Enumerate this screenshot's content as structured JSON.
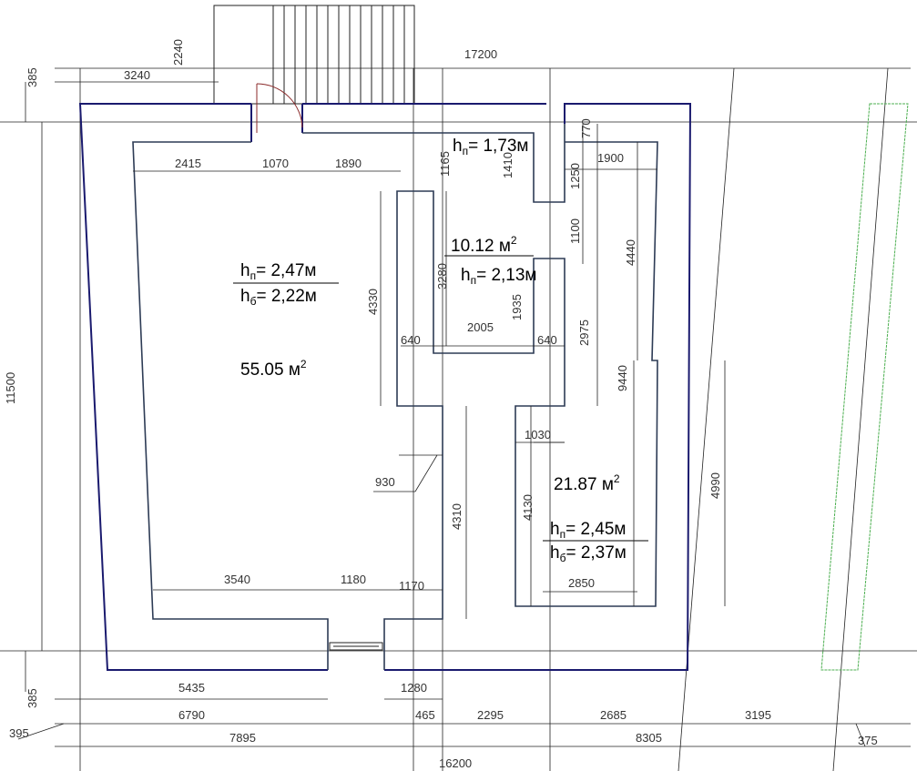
{
  "rooms": {
    "main": {
      "area": "55.05 м",
      "hp": "h",
      "hp_sub": "п",
      "hp_val": "= 2,47м",
      "hb": "h",
      "hb_sub": "б",
      "hb_val": "= 2,22м"
    },
    "center": {
      "area": "10.12 м",
      "hp_val": "= 2,13м",
      "hp_sub": "п",
      "hp": "h"
    },
    "top": {
      "hp": "h",
      "hp_sub": "п",
      "hp_val": "= 1,73м"
    },
    "right": {
      "area": "21.87 м",
      "hp": "h",
      "hp_sub": "п",
      "hp_val": "= 2,45м",
      "hb": "h",
      "hb_sub": "б",
      "hb_val": "= 2,37м"
    },
    "sq": "2"
  },
  "dimensions": {
    "d17200": "17200",
    "d2240": "2240",
    "d385a": "385",
    "d3240": "3240",
    "d2415": "2415",
    "d1070": "1070",
    "d1890": "1890",
    "d1165": "1165",
    "d1410": "1410",
    "d770": "770",
    "d1900": "1900",
    "d1250": "1250",
    "d1100": "1100",
    "d4440": "4440",
    "d4330": "4330",
    "d3280": "3280",
    "d1935": "1935",
    "d640a": "640",
    "d2005": "2005",
    "d640b": "640",
    "d2975": "2975",
    "d9440": "9440",
    "d11500": "11500",
    "d1030": "1030",
    "d4990": "4990",
    "d930": "930",
    "d4310": "4310",
    "d4130": "4130",
    "d3540": "3540",
    "d1180": "1180",
    "d1170": "1170",
    "d2850": "2850",
    "d385b": "385",
    "d5435": "5435",
    "d1280": "1280",
    "d6790": "6790",
    "d465": "465",
    "d2295": "2295",
    "d2685": "2685",
    "d3195": "3195",
    "d395": "395",
    "d7895": "7895",
    "d8305": "8305",
    "d375": "375",
    "d16200": "16200"
  }
}
